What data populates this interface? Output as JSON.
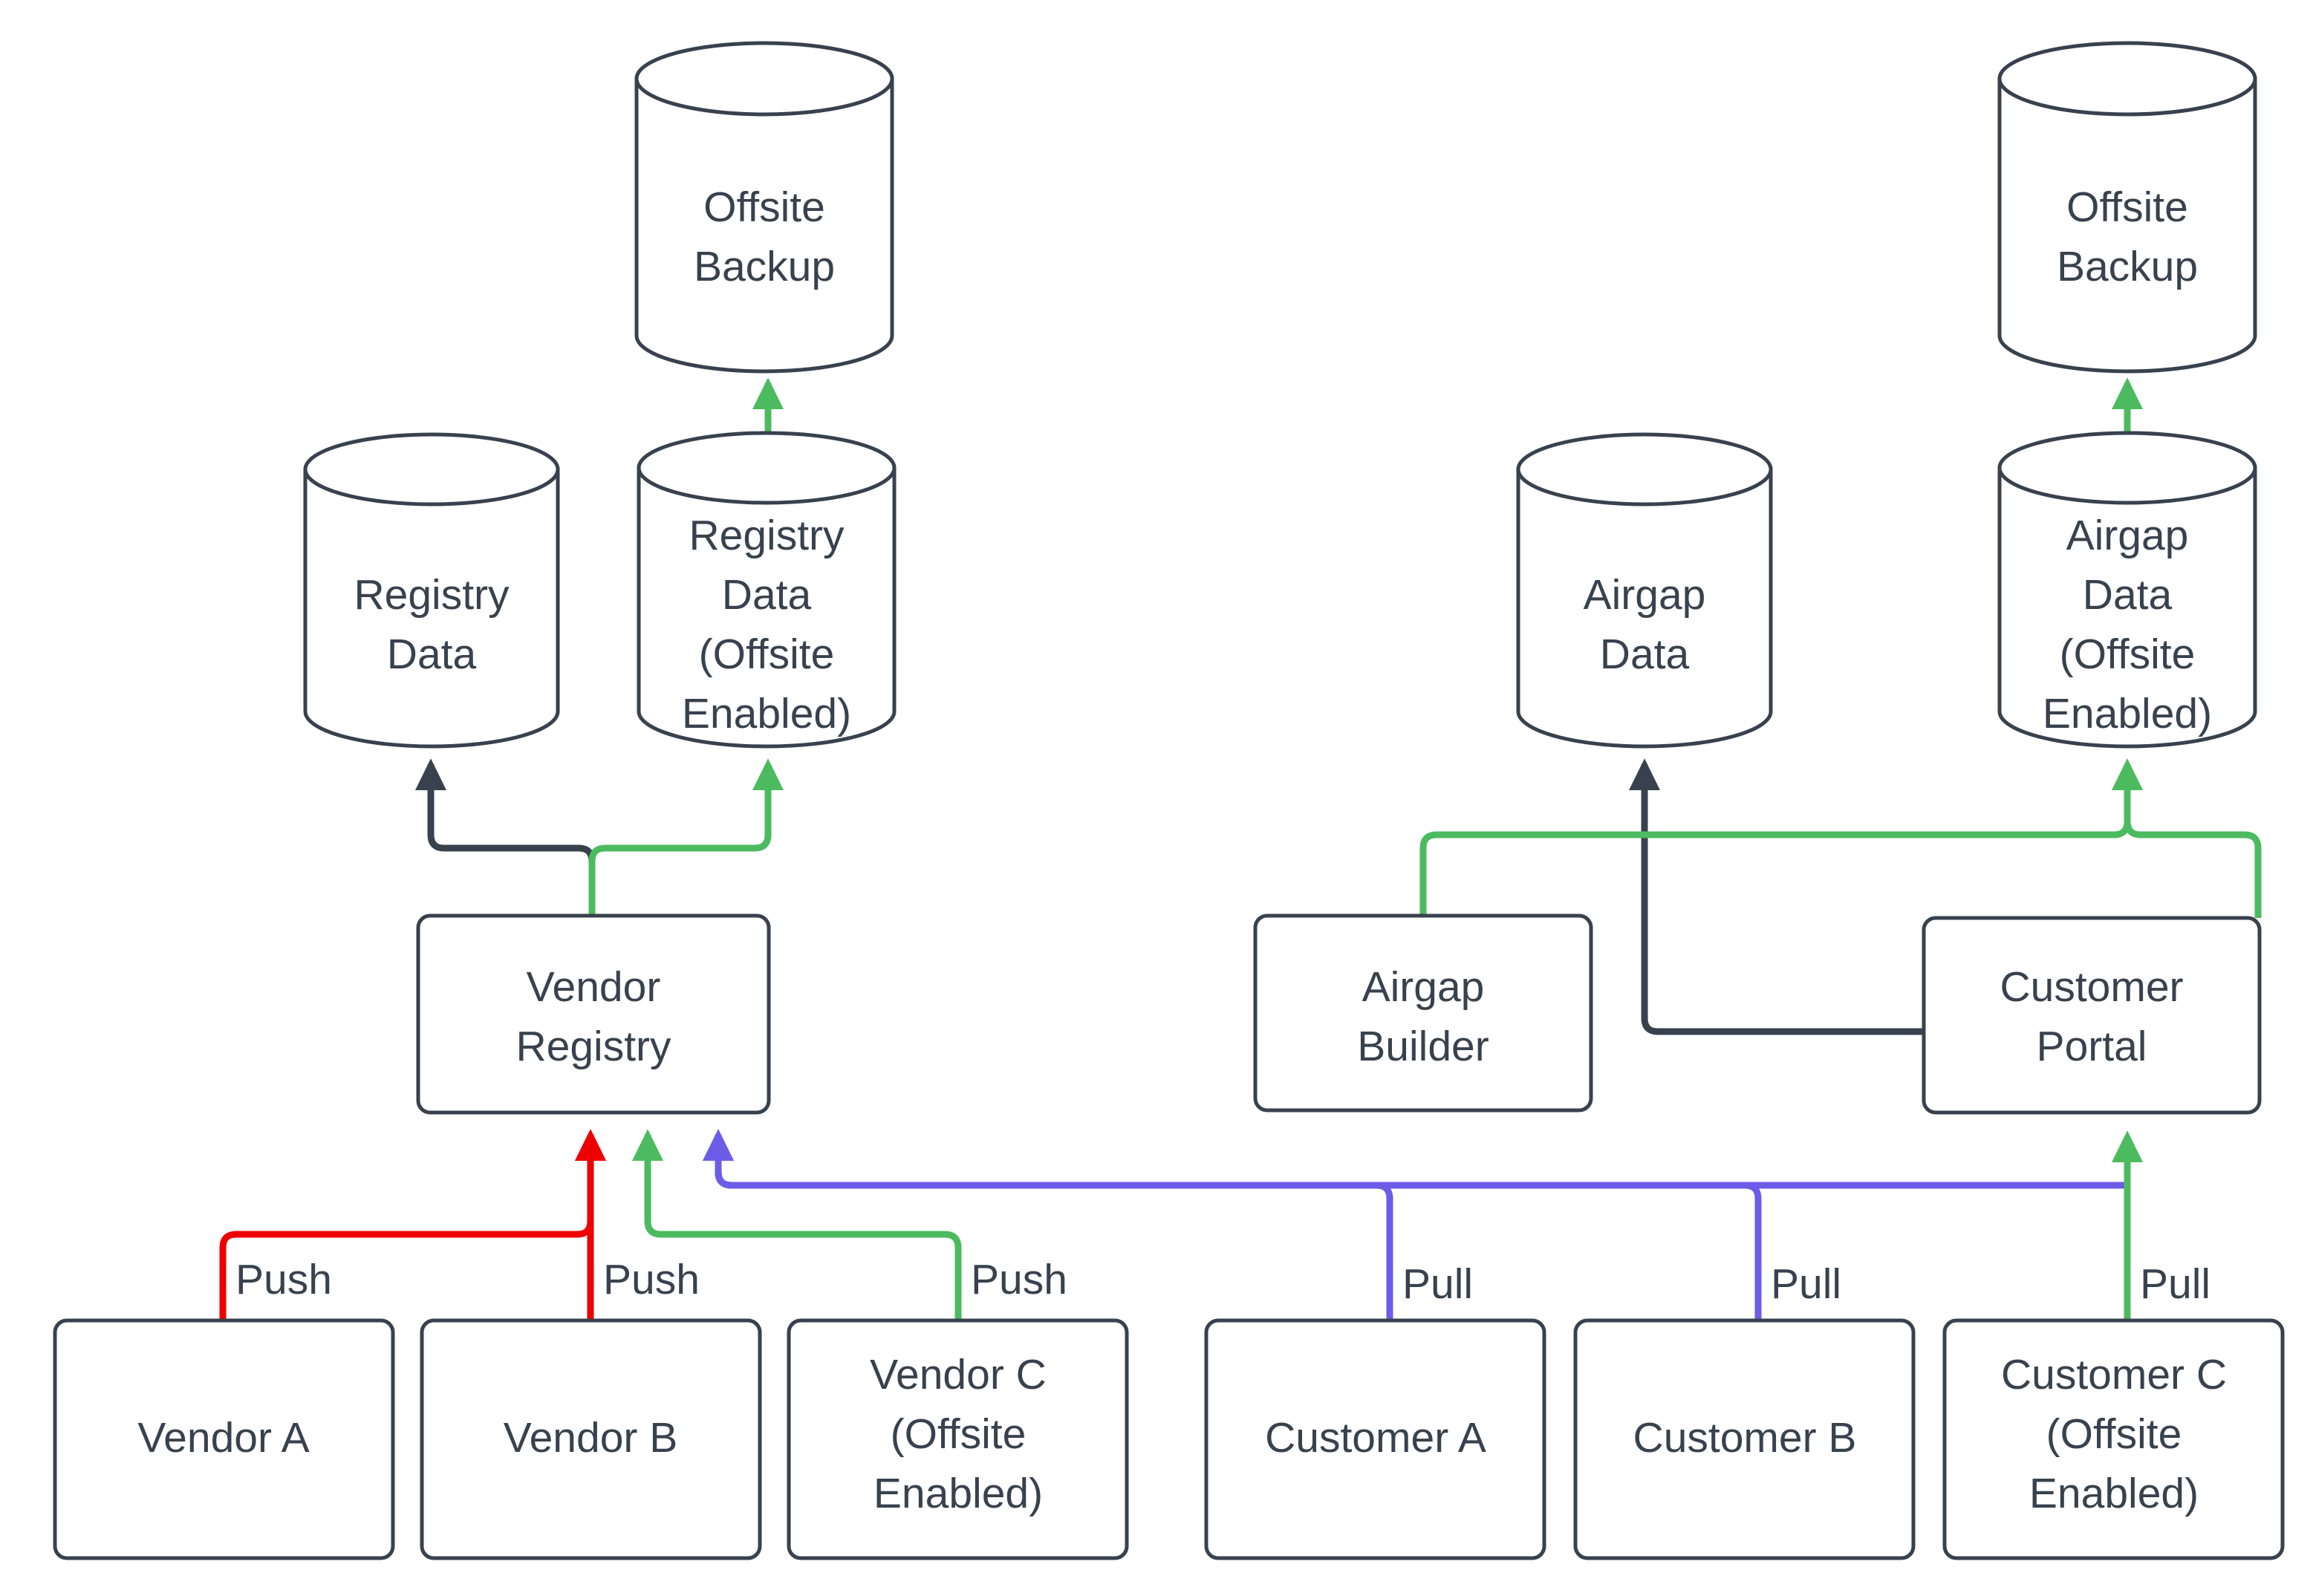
{
  "diagram": {
    "type": "flowchart",
    "title": "",
    "background": "#ffffff",
    "colors": {
      "node_stroke": "#38424e",
      "node_fill": "#ffffff",
      "text": "#38424e",
      "edge_default": "#38424e",
      "edge_green": "#4cbb5f",
      "edge_red": "#ee0000",
      "edge_purple": "#6c5ce7"
    },
    "left_group": {
      "offsite_backup": {
        "label_line1": "Offsite",
        "label_line2": "Backup",
        "shape": "cylinder"
      },
      "registry_data": {
        "label_line1": "Registry",
        "label_line2": "Data",
        "shape": "cylinder"
      },
      "registry_data_offsite": {
        "label_line1": "Registry",
        "label_line2": "Data",
        "label_line3": "(Offsite",
        "label_line4": "Enabled)",
        "shape": "cylinder"
      },
      "vendor_registry": {
        "label_line1": "Vendor",
        "label_line2": "Registry",
        "shape": "box"
      },
      "vendor_a": {
        "label_line1": "Vendor A",
        "shape": "box"
      },
      "vendor_b": {
        "label_line1": "Vendor B",
        "shape": "box"
      },
      "vendor_c": {
        "label_line1": "Vendor C",
        "label_line2": "(Offsite",
        "label_line3": "Enabled)",
        "shape": "box"
      },
      "edge_labels": {
        "vendor_a": "Push",
        "vendor_b": "Push",
        "vendor_c": "Push"
      }
    },
    "right_group": {
      "offsite_backup": {
        "label_line1": "Offsite",
        "label_line2": "Backup",
        "shape": "cylinder"
      },
      "airgap_data": {
        "label_line1": "Airgap",
        "label_line2": "Data",
        "shape": "cylinder"
      },
      "airgap_data_offsite": {
        "label_line1": "Airgap",
        "label_line2": "Data",
        "label_line3": "(Offsite",
        "label_line4": "Enabled)",
        "shape": "cylinder"
      },
      "airgap_builder": {
        "label_line1": "Airgap",
        "label_line2": "Builder",
        "shape": "box"
      },
      "customer_portal": {
        "label_line1": "Customer",
        "label_line2": "Portal",
        "shape": "box"
      },
      "customer_a": {
        "label_line1": "Customer A",
        "shape": "box"
      },
      "customer_b": {
        "label_line1": "Customer B",
        "shape": "box"
      },
      "customer_c": {
        "label_line1": "Customer C",
        "label_line2": "(Offsite",
        "label_line3": "Enabled)",
        "shape": "box"
      },
      "edge_labels": {
        "customer_a": "Pull",
        "customer_b": "Pull",
        "customer_c": "Pull"
      }
    },
    "edges": [
      {
        "from": "vendor_a",
        "to": "vendor_registry",
        "label": "Push",
        "color": "#ee0000"
      },
      {
        "from": "vendor_b",
        "to": "vendor_registry",
        "label": "Push",
        "color": "#ee0000"
      },
      {
        "from": "vendor_c",
        "to": "vendor_registry",
        "label": "Push",
        "color": "#4cbb5f"
      },
      {
        "from": "vendor_registry",
        "to": "registry_data",
        "label": "",
        "color": "#38424e"
      },
      {
        "from": "vendor_registry",
        "to": "registry_data_offsite",
        "label": "",
        "color": "#4cbb5f"
      },
      {
        "from": "registry_data_offsite",
        "to": "offsite_backup_left",
        "label": "",
        "color": "#4cbb5f"
      },
      {
        "from": "customer_a",
        "to": "vendor_registry",
        "label": "Pull",
        "color": "#6c5ce7"
      },
      {
        "from": "customer_b",
        "to": "vendor_registry",
        "label": "Pull",
        "color": "#6c5ce7"
      },
      {
        "from": "customer_c",
        "to": "customer_portal",
        "label": "Pull",
        "color": "#4cbb5f"
      },
      {
        "from": "customer_portal",
        "to": "airgap_data",
        "label": "",
        "color": "#38424e"
      },
      {
        "from": "airgap_builder",
        "to": "airgap_data_offsite",
        "label": "",
        "color": "#4cbb5f"
      },
      {
        "from": "customer_portal",
        "to": "airgap_data_offsite",
        "label": "",
        "color": "#4cbb5f"
      },
      {
        "from": "airgap_data_offsite",
        "to": "offsite_backup_right",
        "label": "",
        "color": "#4cbb5f"
      }
    ]
  }
}
